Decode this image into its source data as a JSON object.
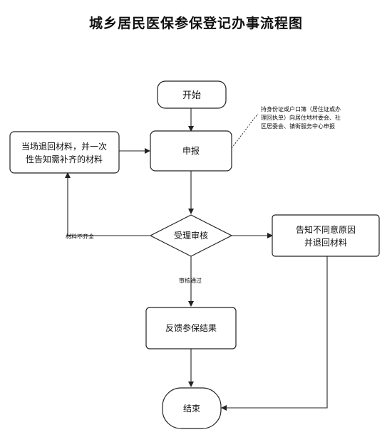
{
  "title": "城乡居民医保参保登记办事流程图",
  "nodes": {
    "start": "开始",
    "declare": "申报",
    "review": "受理审核",
    "feedback": "反馈参保结果",
    "end": "结束",
    "return_line1": "当场退回材料，并一次",
    "return_line2": "性告知需补齐的材料",
    "reject_line1": "告知不同意原因",
    "reject_line2": "并退回材料"
  },
  "note": {
    "line1": "持身份证或户口簿（居住证或办",
    "line2": "理回执单）向居住地村委会、社",
    "line3": "区居委会、镇街服务中心申报"
  },
  "edges": {
    "incomplete": "材料不齐全",
    "approved": "审核通过"
  }
}
